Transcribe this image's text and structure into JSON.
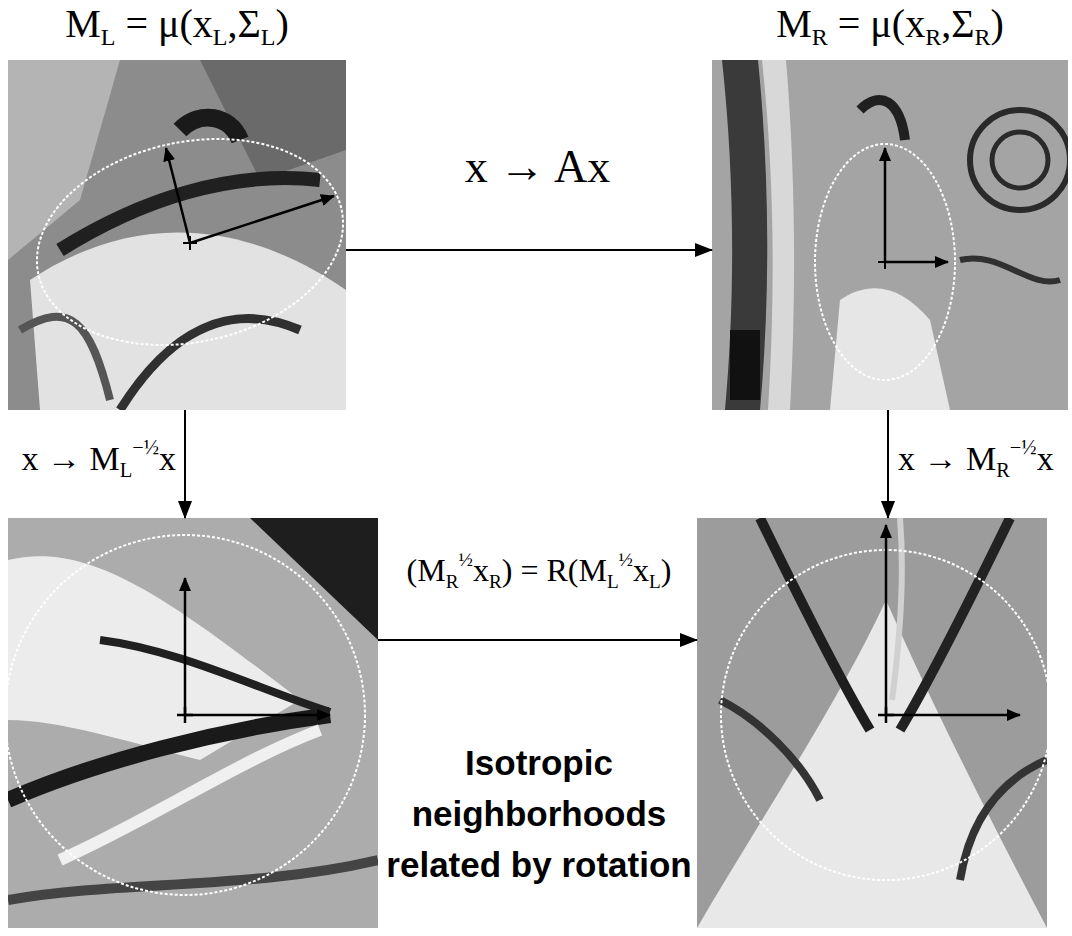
{
  "diagram": {
    "nodes": [
      {
        "text": [
          "ML = μ(xL,ΣL)"
        ]
      },
      {
        "text": [
          "MR = μ(xR,ΣR)"
        ]
      },
      {
        "text": []
      },
      {
        "text": []
      }
    ],
    "edges": [
      {
        "from": 0,
        "to": 1,
        "arrow": "to",
        "label": "x → Ax"
      },
      {
        "from": 0,
        "to": 2,
        "arrow": "to",
        "label": "x → ML−½x"
      },
      {
        "from": 1,
        "to": 3,
        "arrow": "to",
        "label": "x → MR−½x"
      },
      {
        "from": 2,
        "to": 3,
        "arrow": "to",
        "label": "(MR½xR) = R(ML½xL)"
      }
    ],
    "labels": [
      "Isotropic neighborhoods related by rotation"
    ]
  }
}
